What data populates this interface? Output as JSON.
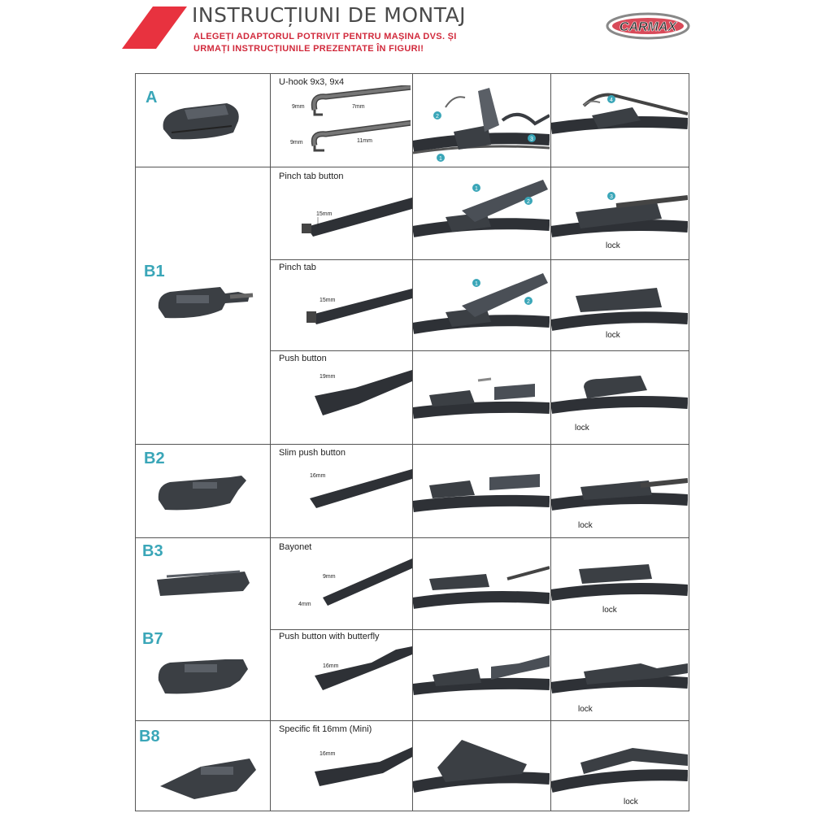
{
  "header": {
    "title": "INSTRUCȚIUNI DE MONTAJ",
    "subtitle_line1": "ALEGEȚI ADAPTORUL POTRIVIT PENTRU MAȘINA DVS. ȘI",
    "subtitle_line2": "URMAȚI INSTRUCȚIUNILE PREZENTATE ÎN FIGURI!",
    "brand": "CARMAX",
    "accent_color": "#d12a3c",
    "code_color": "#3aa6b8"
  },
  "rows": [
    {
      "code": "A",
      "label": "U-hook 9x3, 9x4",
      "dims": [
        "9mm",
        "7mm",
        "9mm",
        "11mm"
      ],
      "steps": [
        "1",
        "2",
        "3",
        "4"
      ]
    },
    {
      "code": "B1",
      "label": "Pinch tab button",
      "dims": [
        "15mm"
      ],
      "steps": [
        "1",
        "2",
        "3"
      ],
      "lock": "lock"
    },
    {
      "code": "",
      "label": "Pinch tab",
      "dims": [
        "15mm"
      ],
      "steps": [
        "1",
        "2"
      ],
      "lock": "lock"
    },
    {
      "code": "",
      "label": "Push button",
      "dims": [
        "19mm"
      ],
      "lock": "lock"
    },
    {
      "code": "B2",
      "label": "Slim push button",
      "dims": [
        "16mm"
      ],
      "lock": "lock"
    },
    {
      "code": "B3",
      "label": "Bayonet",
      "dims": [
        "9mm",
        "4mm"
      ],
      "lock": "lock"
    },
    {
      "code": "B7",
      "label": "Push button with butterfly",
      "dims": [
        "16mm"
      ],
      "lock": "lock"
    },
    {
      "code": "B8",
      "label": "Specific fit 16mm (Mini)",
      "dims": [
        "16mm"
      ],
      "lock": "lock"
    }
  ]
}
